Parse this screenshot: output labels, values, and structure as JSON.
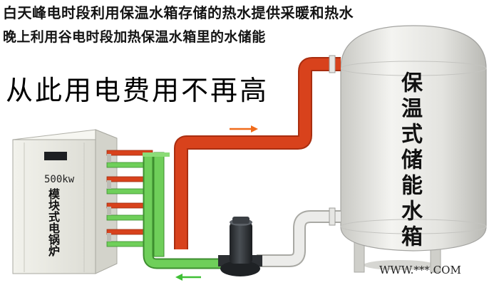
{
  "captions": {
    "line1": "白天峰电时段利用保温水箱存储的热水提供采暖和热水",
    "line2": "晚上利用谷电时段加热保温水箱里的水储能"
  },
  "headline": "从此用电费用不再高",
  "tank": {
    "label": "保温式储能水箱"
  },
  "boiler": {
    "capacity": "500kw",
    "label": "模块式电锅炉"
  },
  "watermark": "WWW.***.COM",
  "colors": {
    "hot_pipe": "#d8421c",
    "cold_pipe": "#6fcf5a",
    "tank_body": "#e9e9e5",
    "boiler_body": "#e6e6df",
    "pump": "#2d3033",
    "hot_arrow": "#f06b1a",
    "cold_arrow": "#3fbf35"
  },
  "icons": {
    "flow_hot": "right-arrow-icon",
    "flow_cold": "left-arrow-icon"
  }
}
